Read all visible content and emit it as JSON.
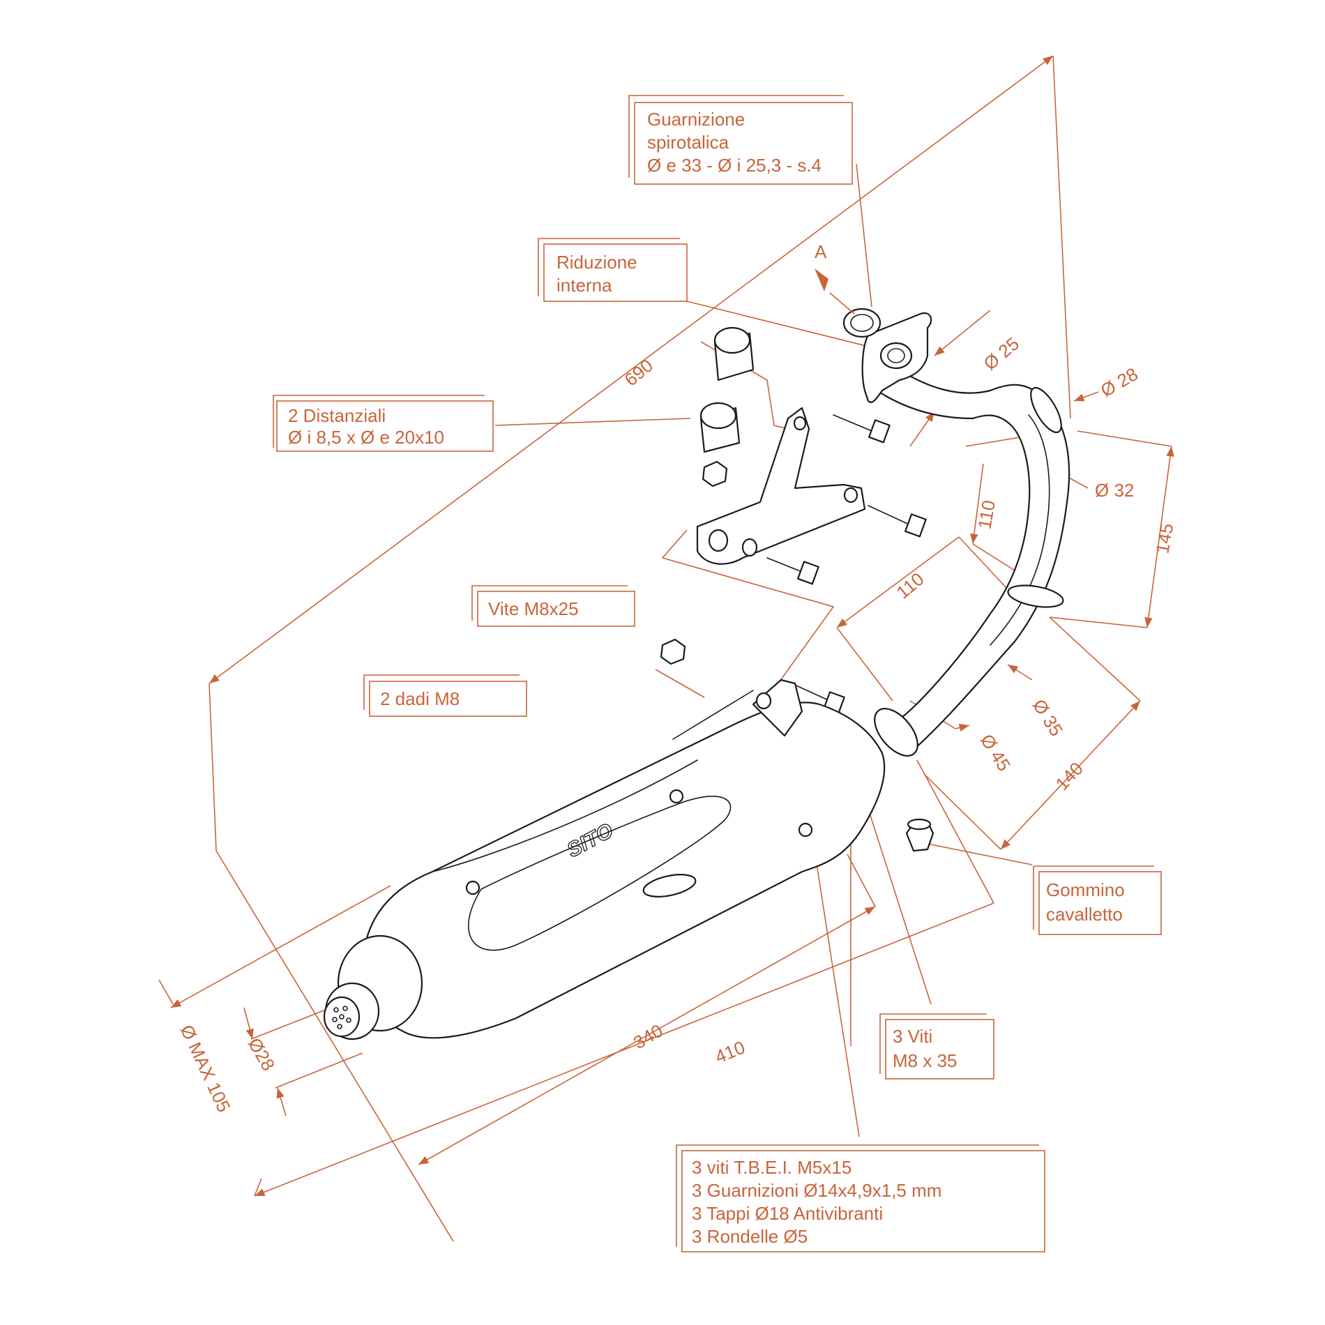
{
  "colors": {
    "annotation": "#c8643a",
    "part": "#1a1a1a",
    "background": "#ffffff"
  },
  "labels": {
    "gasket": [
      "Guarnizione",
      "spirotalica",
      "Ø e 33 - Ø i 25,3 - s.4"
    ],
    "reducer": [
      "Riduzione",
      "interna"
    ],
    "spacers": [
      "2 Distanziali",
      "Ø i 8,5 x Ø e 20x10"
    ],
    "screw": "Vite M8x25",
    "nuts": "2 dadi M8",
    "stand_rubber": [
      "Gommino",
      "cavalletto"
    ],
    "screws3": [
      "3 Viti",
      "M8 x 35"
    ],
    "kit": [
      "3 viti T.B.E.I. M5x15",
      "3 Guarnizioni Ø14x4,9x1,5 mm",
      "3 Tappi Ø18 Antivibranti",
      "3 Rondelle Ø5"
    ],
    "view_marker": "A"
  },
  "dimensions": {
    "total_length": "690",
    "d_inlet": "Ø 25",
    "d_pipe_top": "Ø 28",
    "d_pipe_32": "Ø 32",
    "h_145": "145",
    "v_110": "110",
    "h_110": "110",
    "d_35": "Ø 35",
    "d_45": "Ø 45",
    "l_140": "140",
    "l_340": "340",
    "l_410": "410",
    "d_outlet": "Ø28",
    "d_max": "Ø MAX 105"
  },
  "brand": "SITO"
}
